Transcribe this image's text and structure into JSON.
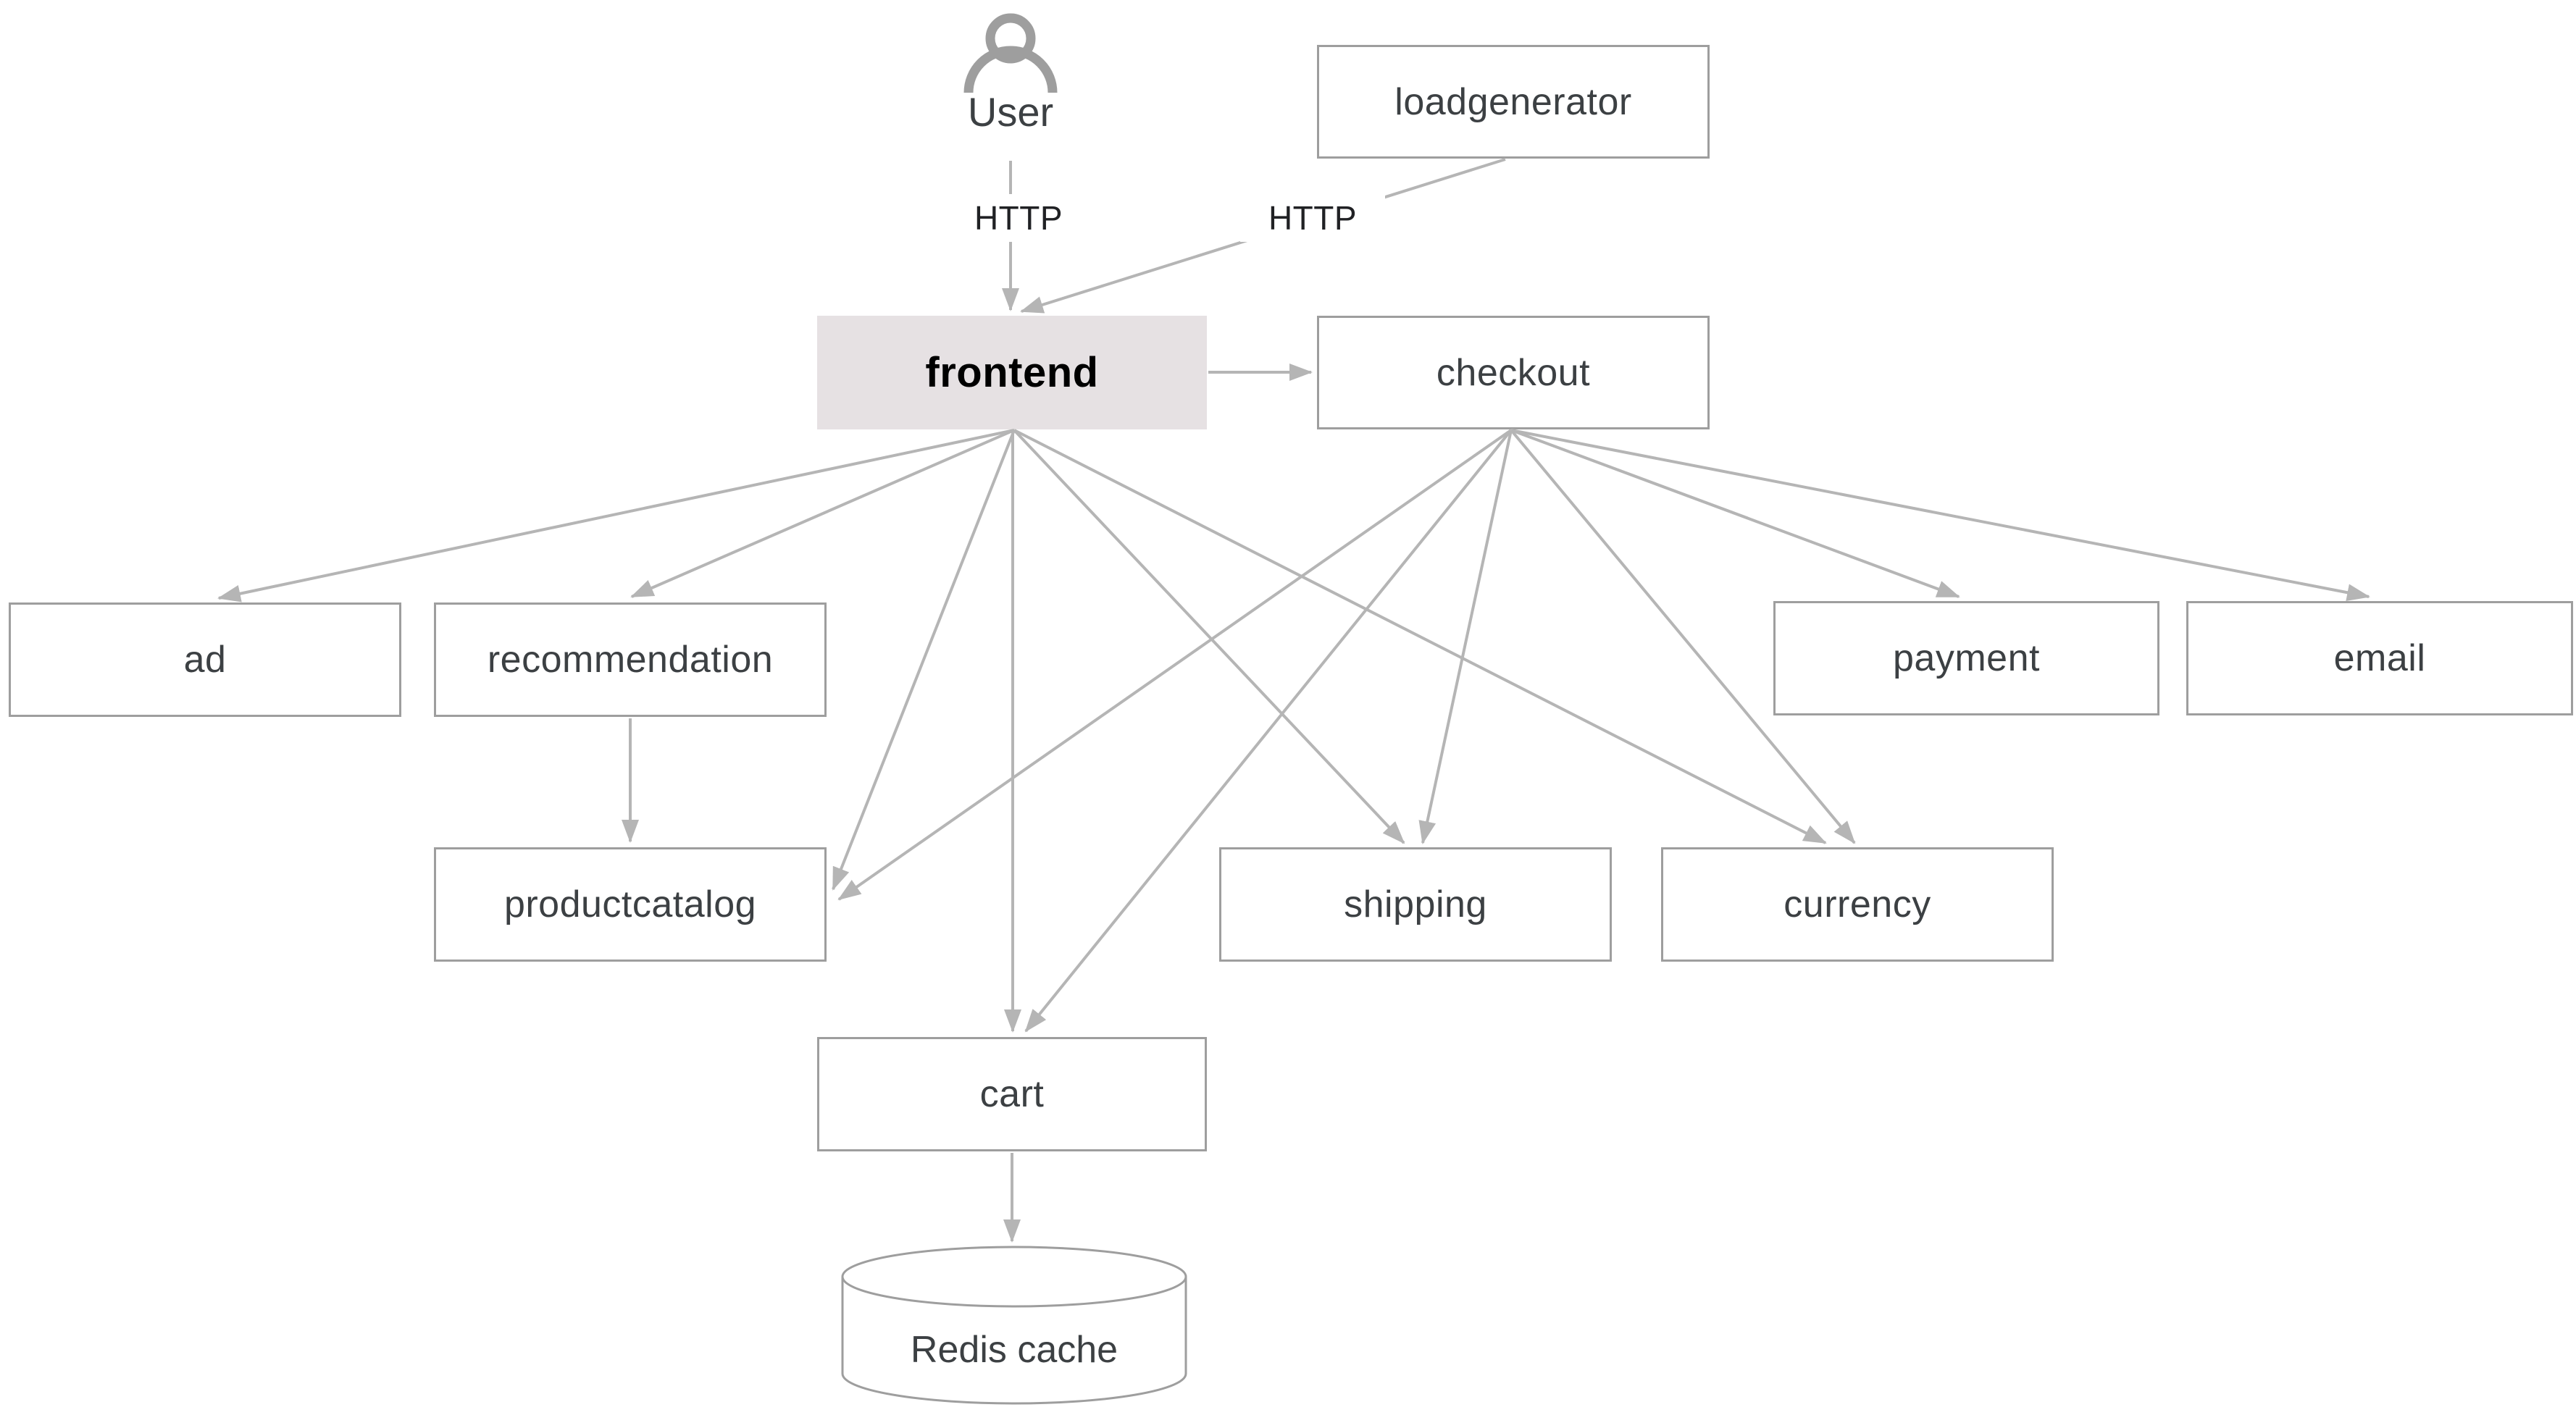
{
  "nodes": {
    "user": {
      "label": "User"
    },
    "loadgenerator": {
      "label": "loadgenerator"
    },
    "frontend": {
      "label": "frontend"
    },
    "checkout": {
      "label": "checkout"
    },
    "ad": {
      "label": "ad"
    },
    "recommendation": {
      "label": "recommendation"
    },
    "payment": {
      "label": "payment"
    },
    "email": {
      "label": "email"
    },
    "productcatalog": {
      "label": "productcatalog"
    },
    "shipping": {
      "label": "shipping"
    },
    "currency": {
      "label": "currency"
    },
    "cart": {
      "label": "cart"
    },
    "redis": {
      "label": "Redis cache"
    }
  },
  "edges": [
    {
      "from": "user",
      "to": "frontend",
      "label": "HTTP"
    },
    {
      "from": "loadgenerator",
      "to": "frontend",
      "label": "HTTP"
    },
    {
      "from": "frontend",
      "to": "checkout",
      "label": ""
    },
    {
      "from": "frontend",
      "to": "ad",
      "label": ""
    },
    {
      "from": "frontend",
      "to": "recommendation",
      "label": ""
    },
    {
      "from": "frontend",
      "to": "productcatalog",
      "label": ""
    },
    {
      "from": "frontend",
      "to": "cart",
      "label": ""
    },
    {
      "from": "frontend",
      "to": "shipping",
      "label": ""
    },
    {
      "from": "frontend",
      "to": "currency",
      "label": ""
    },
    {
      "from": "checkout",
      "to": "productcatalog",
      "label": ""
    },
    {
      "from": "checkout",
      "to": "cart",
      "label": ""
    },
    {
      "from": "checkout",
      "to": "shipping",
      "label": ""
    },
    {
      "from": "checkout",
      "to": "currency",
      "label": ""
    },
    {
      "from": "checkout",
      "to": "payment",
      "label": ""
    },
    {
      "from": "checkout",
      "to": "email",
      "label": ""
    },
    {
      "from": "recommendation",
      "to": "productcatalog",
      "label": ""
    },
    {
      "from": "cart",
      "to": "redis",
      "label": ""
    }
  ],
  "colors": {
    "node_border": "#9e9e9e",
    "node_background": "#ffffff",
    "highlight_background": "#e6e1e3",
    "arrow": "#b5b5b5",
    "text": "#3c4043",
    "icon": "#9e9e9e"
  }
}
